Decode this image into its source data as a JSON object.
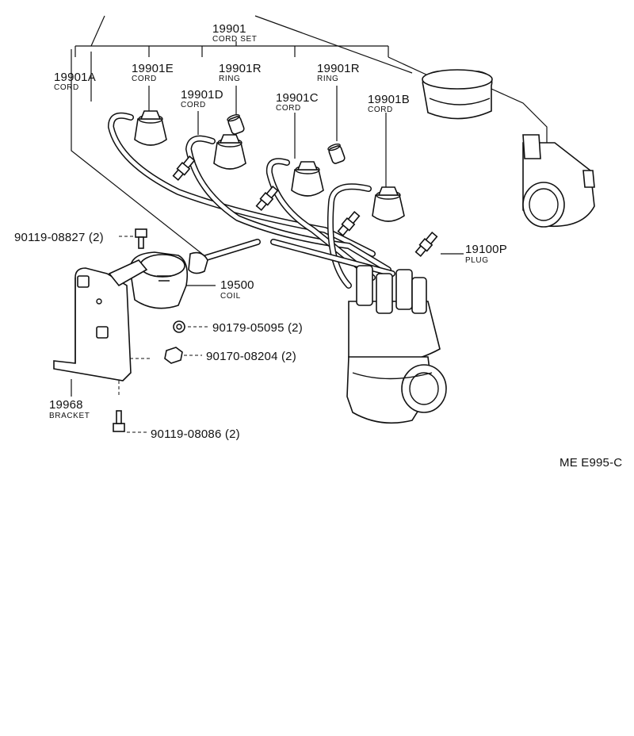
{
  "labels": {
    "cord_set": {
      "pn": "19901",
      "name": "CORD SET"
    },
    "cord_a": {
      "pn": "19901A",
      "name": "CORD"
    },
    "cord_e": {
      "pn": "19901E",
      "name": "CORD"
    },
    "ring_1": {
      "pn": "19901R",
      "name": "RING"
    },
    "ring_2": {
      "pn": "19901R",
      "name": "RING"
    },
    "cord_d": {
      "pn": "19901D",
      "name": "CORD"
    },
    "cord_c": {
      "pn": "19901C",
      "name": "CORD"
    },
    "cord_b": {
      "pn": "19901B",
      "name": "CORD"
    },
    "bolt_top": {
      "pn": "90119-08827 (2)"
    },
    "plug": {
      "pn": "19100P",
      "name": "PLUG"
    },
    "coil": {
      "pn": "19500",
      "name": "COIL"
    },
    "washer": {
      "pn": "90179-05095 (2)"
    },
    "nut": {
      "pn": "90170-08204 (2)"
    },
    "bracket": {
      "pn": "19968",
      "name": "BRACKET"
    },
    "bolt_bottom": {
      "pn": "90119-08086 (2)"
    }
  },
  "diagram_code": "ME E995-C"
}
